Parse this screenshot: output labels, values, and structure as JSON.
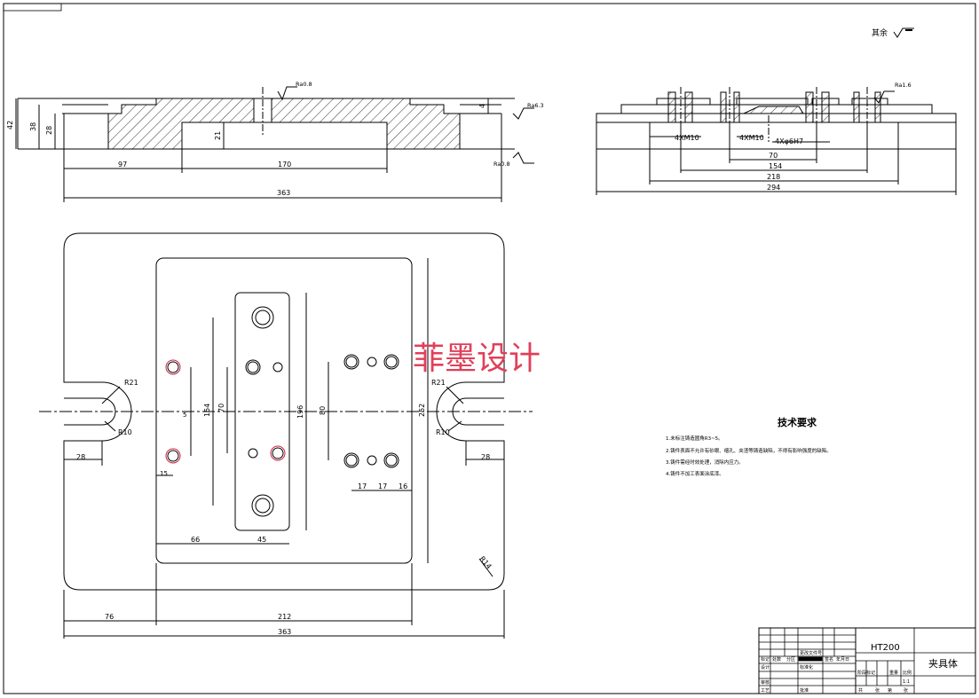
{
  "watermark": "菲墨设计",
  "roughness_other": "其余",
  "material": "HT200",
  "part_name": "夹具体",
  "tech_req": {
    "title": "技术要求",
    "items": [
      "1.未标注铸造圆角R3~5。",
      "2.铸件表面不允许有砂眼、缩孔、夹渣等铸造缺陷，不得有影响强度的缺陷。",
      "3.铸件需经时效处理，消除内应力。",
      "4.铸件不加工表面涂底漆。"
    ]
  },
  "section_view": {
    "dims": [
      "97",
      "170",
      "363",
      "42",
      "38",
      "28",
      "21",
      "4"
    ],
    "roughness": [
      "Ra0.8",
      "Ra6.3",
      "Ra0.8"
    ]
  },
  "side_view": {
    "dims": [
      "4XM10",
      "4XM10",
      "4Xφ6H7",
      "70",
      "154",
      "218",
      "294"
    ],
    "roughness": [
      "Ra1.6"
    ]
  },
  "plan_view": {
    "dims": [
      "R21",
      "R10",
      "R21",
      "R10",
      "28",
      "28",
      "15",
      "154",
      "70",
      "196",
      "80",
      "252",
      "66",
      "45",
      "17",
      "17",
      "16",
      "76",
      "212",
      "363",
      "R14",
      "5"
    ]
  },
  "title_block": {
    "labels": [
      "标记",
      "处数",
      "分区",
      "更改文件号",
      "签名",
      "年月日",
      "设计",
      "标准化",
      "审核",
      "工艺",
      "批准",
      "阶段标记",
      "重量",
      "比例",
      "共",
      "张",
      "第",
      "张",
      "1:1"
    ]
  }
}
